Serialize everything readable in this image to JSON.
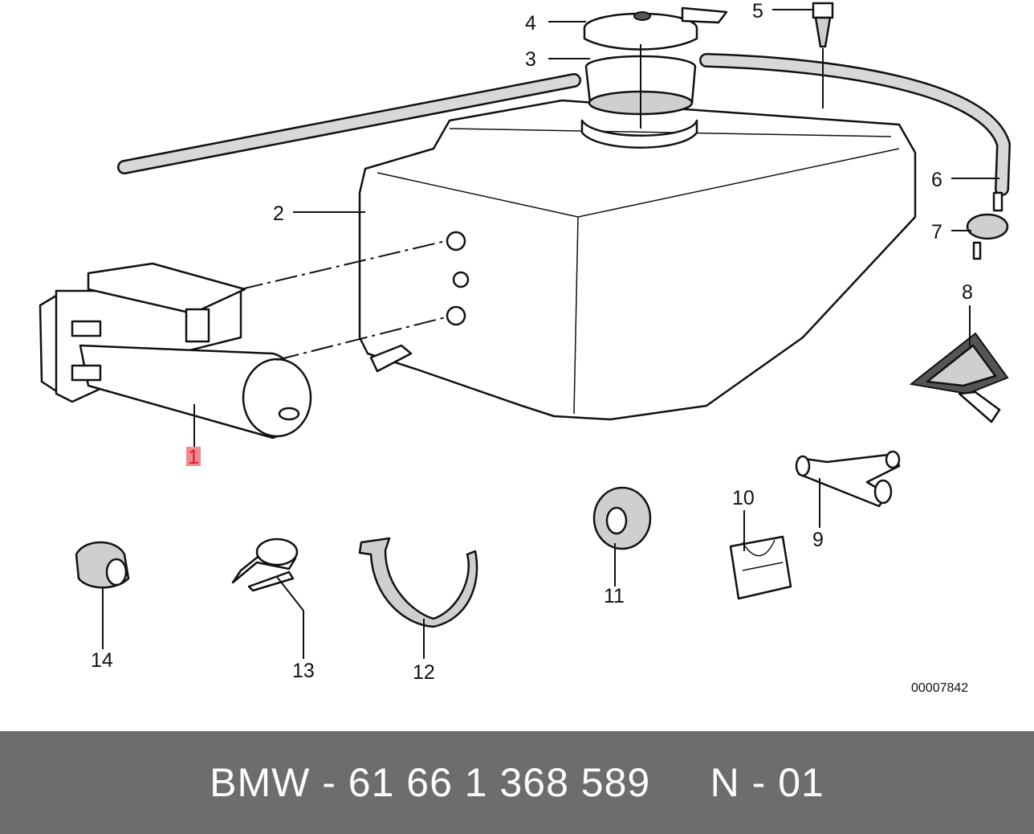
{
  "diagram": {
    "callouts": [
      {
        "id": "1",
        "label": "1",
        "highlighted": true
      },
      {
        "id": "2",
        "label": "2"
      },
      {
        "id": "3",
        "label": "3"
      },
      {
        "id": "4",
        "label": "4"
      },
      {
        "id": "5",
        "label": "5"
      },
      {
        "id": "6",
        "label": "6"
      },
      {
        "id": "7",
        "label": "7"
      },
      {
        "id": "8",
        "label": "8"
      },
      {
        "id": "9",
        "label": "9"
      },
      {
        "id": "10",
        "label": "10"
      },
      {
        "id": "11",
        "label": "11"
      },
      {
        "id": "12",
        "label": "12"
      },
      {
        "id": "13",
        "label": "13"
      },
      {
        "id": "14",
        "label": "14"
      }
    ],
    "reference_code": "00007842",
    "highlight_color": "#f08a92"
  },
  "footer": {
    "text": "BMW - 61 66 1 368 589     N - 01",
    "background": "#6d6d6d"
  }
}
